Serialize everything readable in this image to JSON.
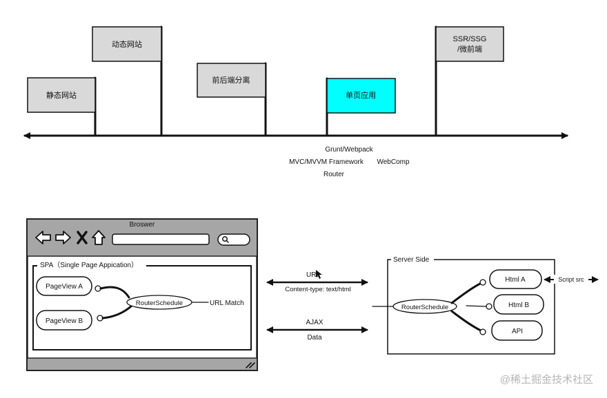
{
  "timeline": {
    "flags": [
      {
        "label": "静态网站",
        "color": "#d9d9d9"
      },
      {
        "label": "动态网站",
        "color": "#d9d9d9"
      },
      {
        "label": "前后端分离",
        "color": "#d9d9d9"
      },
      {
        "label": "单页应用",
        "color": "#00ffff"
      },
      {
        "label": "SSR/SSG",
        "label2": "/微前端",
        "color": "#d9d9d9"
      }
    ],
    "tech_notes": [
      "Grunt/Webpack",
      "MVC/MVVM Framework",
      "WebComp",
      "Router"
    ]
  },
  "browser": {
    "title": "Broswer",
    "nav_icons": [
      "back-arrow-icon",
      "forward-arrow-icon",
      "close-icon",
      "home-icon",
      "search-icon"
    ],
    "spa_label": "SPA（Single Page Appication）",
    "page_a": "PageView A",
    "page_b": "PageView B",
    "router": "RouterSchedule",
    "url_match": "URL Match"
  },
  "middle": {
    "url": "URL",
    "content_type": "Content-type: text/html",
    "ajax": "AJAX",
    "data": "Data"
  },
  "server": {
    "title": "Server Side",
    "router": "RouterSchedule",
    "html_a": "Html A",
    "html_b": "Html B",
    "api": "API",
    "script_src": "Script src"
  },
  "watermark": "@稀土掘金技术社区"
}
